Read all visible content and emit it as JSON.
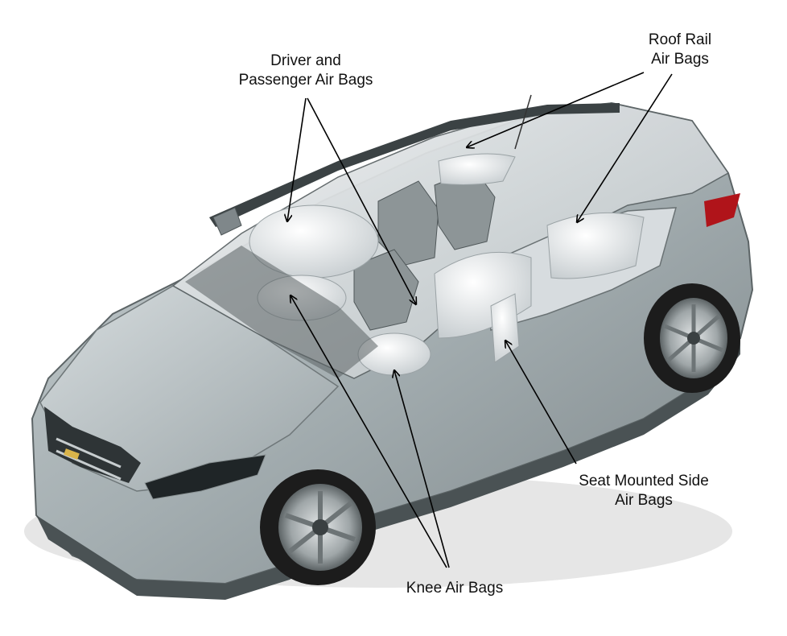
{
  "diagram": {
    "labels": {
      "driver_passenger": {
        "line1": "Driver and",
        "line2": "Passenger Air Bags"
      },
      "roof_rail": {
        "line1": "Roof Rail",
        "line2": "Air Bags"
      },
      "seat_side": {
        "line1": "Seat Mounted Side",
        "line2": "Air Bags"
      },
      "knee": {
        "line1": "Knee Air Bags"
      }
    }
  },
  "colors": {
    "body": "#a9b3b5",
    "body_dark": "#6e7779",
    "glass": "#d9dde0",
    "airbag": "#e9ecee",
    "tire": "#1c1c1c",
    "arrow": "#000000",
    "taillight": "#b0141a"
  }
}
